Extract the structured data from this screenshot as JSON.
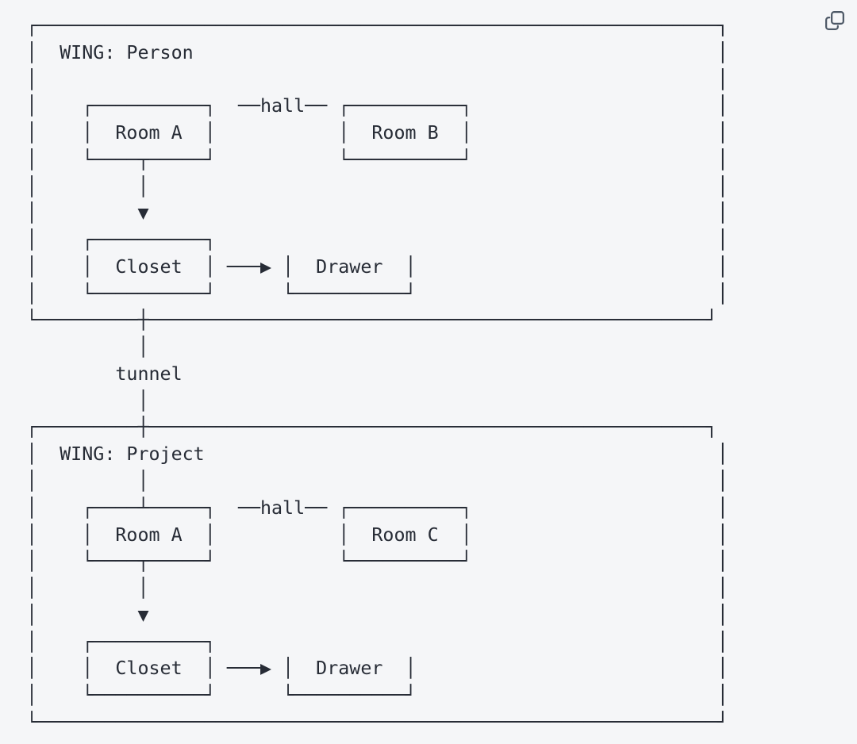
{
  "page": {
    "background_color": "#f5f6f8"
  },
  "code_block": {
    "copy_button": {
      "icon": "copy-icon"
    }
  },
  "diagram": {
    "stroke_color": "#272c36",
    "structure": {
      "wings": [
        {
          "title": "WING: Person",
          "rooms": [
            "Room A",
            "Room B",
            "Closet",
            "Drawer"
          ],
          "hall_label": "hall",
          "connections": [
            "Room A ──hall── Room B",
            "Room A ▼ Closet",
            "Closet ───▶ Drawer"
          ]
        },
        {
          "title": "WING: Project",
          "rooms": [
            "Room A",
            "Room C",
            "Closet",
            "Drawer"
          ],
          "hall_label": "hall",
          "connections": [
            "Room A ──hall── Room C",
            "Room A ▼ Closet",
            "Closet ───▶ Drawer"
          ]
        }
      ],
      "tunnel_label": "tunnel"
    },
    "ascii_lines": [
      "┌─────────────────────────────────────────────────────────────┐",
      "│  WING: Person                                               │",
      "│                                                             │",
      "│    ┌──────────┐  ──hall── ┌──────────┐                      │",
      "│    │  Room A  │           │  Room B  │                      │",
      "│    └────┬─────┘           └──────────┘                      │",
      "│         │                                                   │",
      "│         ▼                                                   │",
      "│    ┌──────────┐                                             │",
      "│    │  Closet  │ ───▶ │  Drawer  │                           │",
      "│    └──────────┘      └──────────┘                           │",
      "└─────────┼──────────────────────────────────────────────────┘",
      "          │",
      "        tunnel",
      "          │",
      "┌─────────┼──────────────────────────────────────────────────┐",
      "│  WING: Project                                              │",
      "│         │                                                   │",
      "│    ┌────┴─────┐  ──hall── ┌──────────┐                      │",
      "│    │  Room A  │           │  Room C  │                      │",
      "│    └────┬─────┘           └──────────┘                      │",
      "│         │                                                   │",
      "│         ▼                                                   │",
      "│    ┌──────────┐                                             │",
      "│    │  Closet  │ ───▶ │  Drawer  │                           │",
      "│    └──────────┘      └──────────┘                           │",
      "└─────────────────────────────────────────────────────────────┘"
    ]
  }
}
